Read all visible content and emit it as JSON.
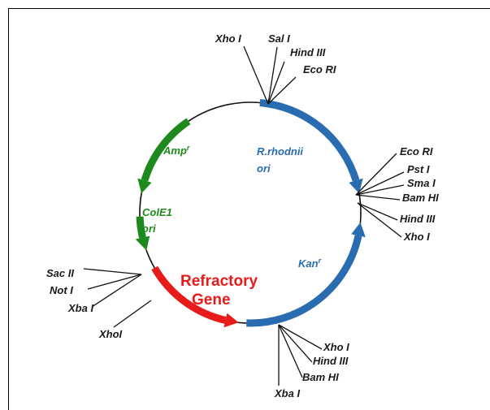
{
  "diagram": {
    "features": [
      {
        "id": "amp",
        "label": "Amp",
        "sup": "r",
        "color": "#1e8a1e"
      },
      {
        "id": "cole1",
        "line1": "ColE1",
        "line2": "ori",
        "color": "#1e8a1e"
      },
      {
        "id": "rrhodnii",
        "line1": "R.rhodnii",
        "line2": "ori",
        "color": "#2a6cb0"
      },
      {
        "id": "kan",
        "label": "Kan",
        "sup": "r",
        "color": "#2a6cb0"
      },
      {
        "id": "refractory",
        "line1": "Refractory",
        "line2": "Gene",
        "color": "#e81b1b"
      }
    ],
    "sites": {
      "top": [
        "Xho I",
        "Sal I",
        "Hind III",
        "Eco RI"
      ],
      "right": [
        "Eco RI",
        "Pst I",
        "Sma I",
        "Bam HI",
        "Hind III",
        "Xho I"
      ],
      "bottom": [
        "Xho I",
        "Hind III",
        "Bam HI",
        "Xba I"
      ],
      "left": [
        "Sac II",
        "Not I",
        "Xba I",
        "XhoI"
      ]
    }
  }
}
